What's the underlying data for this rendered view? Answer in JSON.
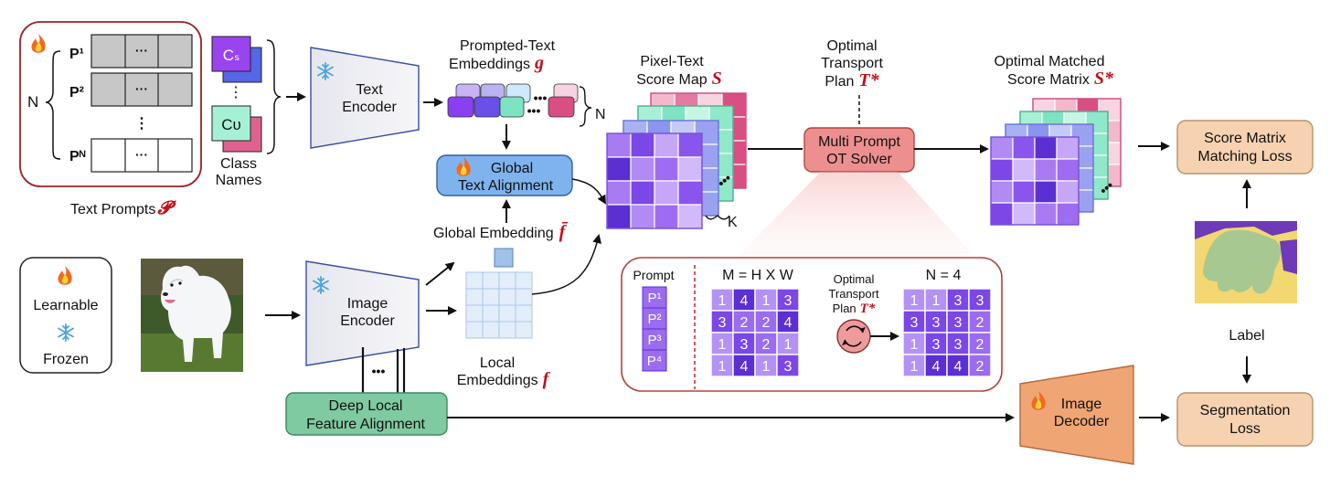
{
  "text_prompts": {
    "n_label": "N",
    "rows": [
      {
        "label": "P¹",
        "dots": "···"
      },
      {
        "label": "P²",
        "dots": "···"
      },
      {
        "label": "Pᴺ",
        "dots": "···"
      }
    ],
    "vdots": "⋮",
    "caption": "Text Prompts",
    "caption_symbol": "𝓟"
  },
  "class_names": {
    "top": "Cₛ",
    "bottom": "Cᴜ",
    "vdots": "⋮",
    "caption_line1": "Class",
    "caption_line2": "Names"
  },
  "text_encoder": {
    "line1": "Text",
    "line2": "Encoder"
  },
  "prompted_text": {
    "line1": "Prompted-Text",
    "line2": "Embeddings",
    "symbol": "g",
    "n_label": "N"
  },
  "global_text_alignment": {
    "line1": "Global",
    "line2": "Text Alignment"
  },
  "global_embedding": {
    "label": "Global  Embedding",
    "symbol": "f̄"
  },
  "pixel_text": {
    "line1": "Pixel-Text",
    "line2": "Score Map",
    "symbol": "S",
    "k_label": "K"
  },
  "ot_plan": {
    "line1": "Optimal",
    "line2": "Transport",
    "line3": "Plan",
    "symbol": "T*"
  },
  "solver": {
    "line1": "Multi Prompt",
    "line2": "OT Solver"
  },
  "optimal_matrix": {
    "line1": "Optimal Matched",
    "line2": "Score Matrix",
    "symbol": "S*"
  },
  "score_loss": {
    "line1": "Score Matrix",
    "line2": "Matching Loss"
  },
  "label_caption": "Label",
  "seg_loss": {
    "line1": "Segmentation",
    "line2": "Loss"
  },
  "legend": {
    "learnable": "Learnable",
    "frozen": "Frozen"
  },
  "image_encoder": {
    "line1": "Image",
    "line2": "Encoder",
    "dots": "•••"
  },
  "local_embeddings": {
    "line1": "Local",
    "line2": "Embeddings",
    "symbol": "f"
  },
  "deep_local": {
    "line1": "Deep Local",
    "line2": "Feature Alignment"
  },
  "image_decoder": {
    "line1": "Image",
    "line2": "Decoder"
  },
  "ot_panel": {
    "prompt_header": "Prompt",
    "prompts": [
      "P¹",
      "P²",
      "P³",
      "P⁴"
    ],
    "m_header": "M = H X W",
    "m_values": [
      [
        1,
        4,
        1,
        3
      ],
      [
        3,
        2,
        2,
        4
      ],
      [
        1,
        3,
        2,
        1
      ],
      [
        1,
        4,
        1,
        3
      ]
    ],
    "plan_line1": "Optimal",
    "plan_line2": "Transport",
    "plan_line3": "Plan",
    "plan_symbol": "T*",
    "n_header": "N = 4",
    "n_values": [
      [
        1,
        1,
        3,
        3
      ],
      [
        3,
        3,
        3,
        2
      ],
      [
        1,
        3,
        3,
        2
      ],
      [
        1,
        4,
        4,
        2
      ]
    ]
  },
  "colors": {
    "accent_red": "#c0101a",
    "frozen_blue": "#5aa9e6",
    "solver_fill": "#ee8f8f",
    "loss_fill": "#f6d2b0",
    "green_box": "#7fcaa0",
    "decoder_fill": "#f0a574"
  }
}
